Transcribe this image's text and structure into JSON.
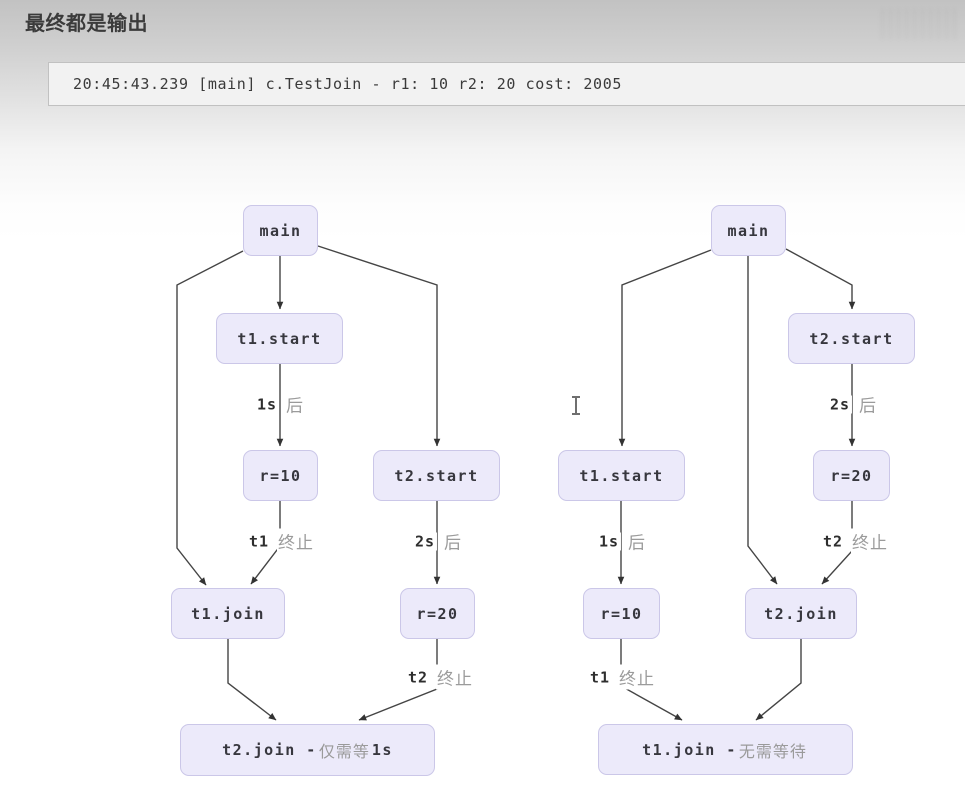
{
  "header": {
    "title": "最终都是输出"
  },
  "console": {
    "log_line": "20:45:43.239 [main] c.TestJoin - r1: 10 r2: 20 cost: 2005"
  },
  "left_diagram": {
    "nodes": {
      "main": "main",
      "t1_start": "t1.start",
      "r10": "r=10",
      "t2_start": "t2.start",
      "t1_join": "t1.join",
      "r20": "r=20",
      "t2_join_code": "t2.join -",
      "t2_join_zh": "仅需等",
      "t2_join_code2": "1s"
    },
    "labels": {
      "after1s_code": "1s",
      "after1s_zh": "后",
      "t1term_code": "t1",
      "t1term_zh": "终止",
      "after2s_code": "2s",
      "after2s_zh": "后",
      "t2term_code": "t2",
      "t2term_zh": "终止"
    }
  },
  "right_diagram": {
    "nodes": {
      "main": "main",
      "t2_start": "t2.start",
      "t1_start": "t1.start",
      "r20": "r=20",
      "r10": "r=10",
      "t2_join": "t2.join",
      "t1_join_code": "t1.join -",
      "t1_join_zh": "无需等待"
    },
    "labels": {
      "after2s_code": "2s",
      "after2s_zh": "后",
      "after1s_code": "1s",
      "after1s_zh": "后",
      "t2term_code": "t2",
      "t2term_zh": "终止",
      "t1term_code": "t1",
      "t1term_zh": "终止"
    }
  },
  "colors": {
    "node_fill": "#ECEAFA",
    "node_border": "#CBC7E8",
    "edge": "#454545",
    "zh_label": "#9B9B9B",
    "code_text": "#2E2E2E",
    "title_text": "#3B3B3B",
    "console_bg": "#F2F2F2"
  }
}
